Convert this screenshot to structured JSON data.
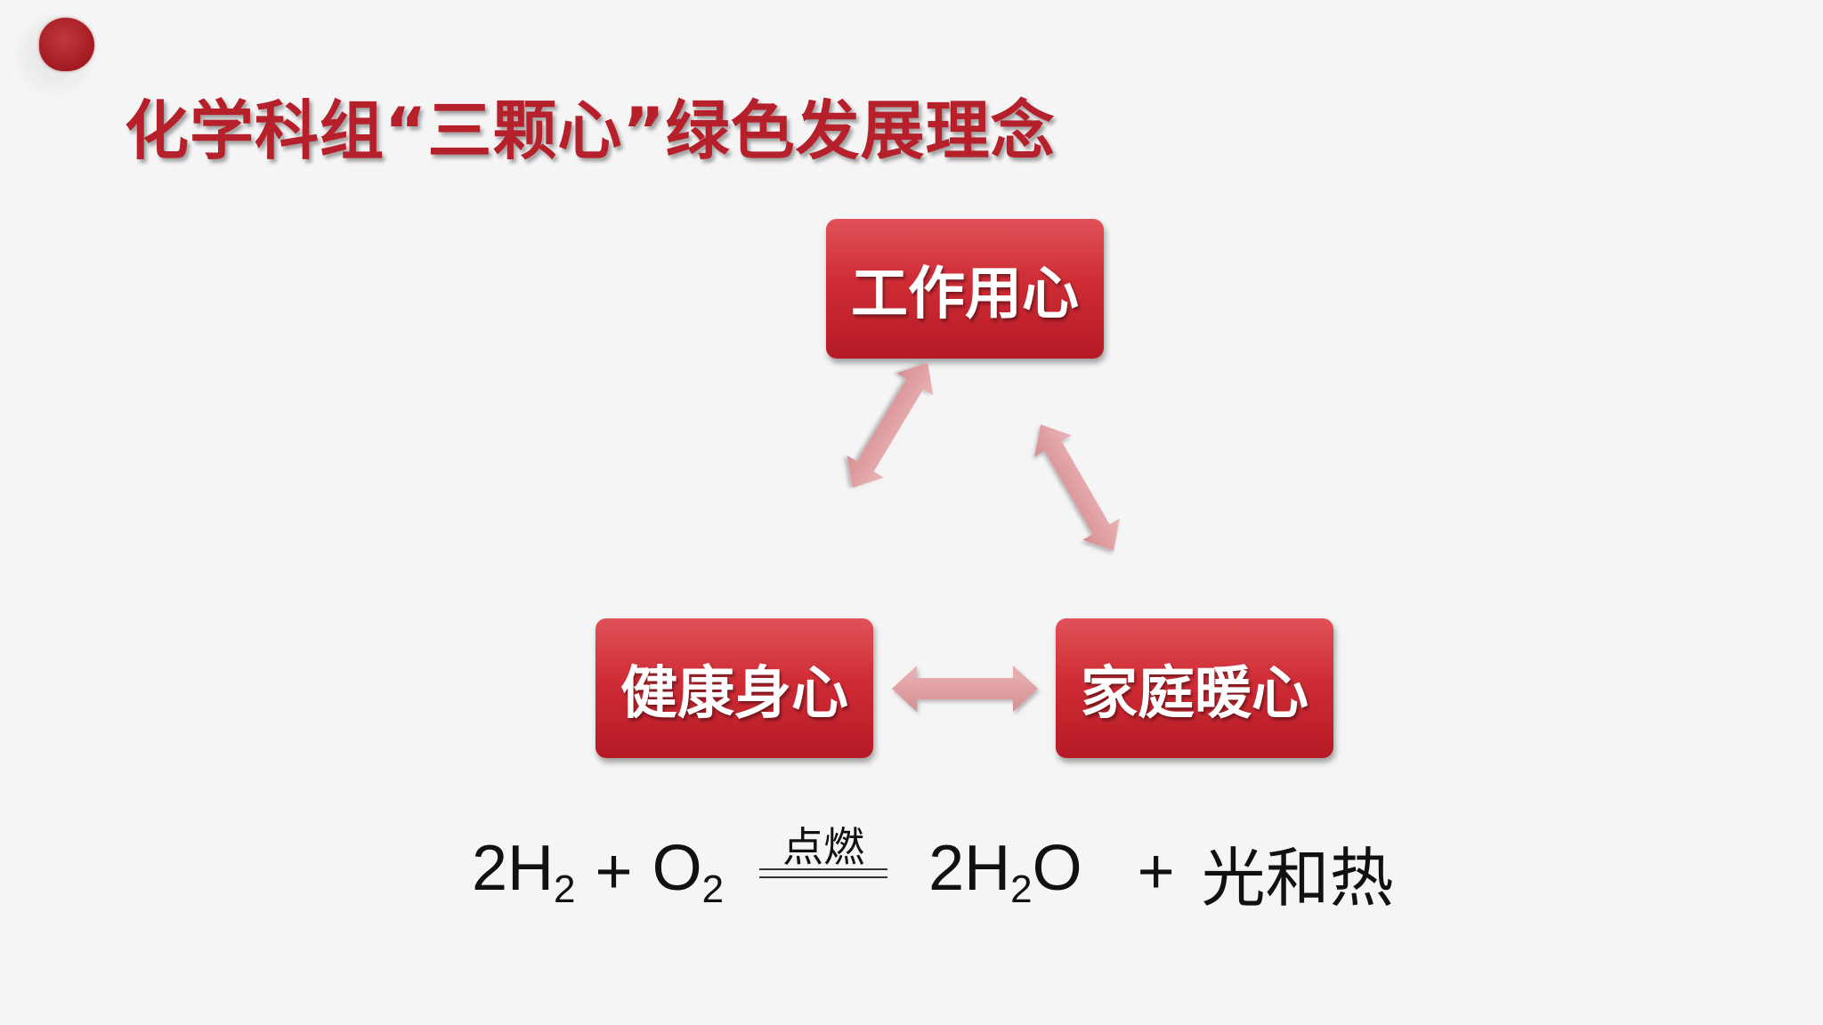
{
  "title": "化学科组“三颗心”绿色发展理念",
  "nodes": {
    "top": "工作用心",
    "left": "健康身心",
    "right": "家庭暖心"
  },
  "equation": {
    "r1_coef": "2H",
    "r1_sub": "2",
    "plus1": "+",
    "r2": "O",
    "r2_sub": "2",
    "condition": "点燃",
    "p1_coef": "2H",
    "p1_sub": "2",
    "p1_tail": "O",
    "plus2": "+",
    "p2": "光和热"
  },
  "colors": {
    "title": "#b5202a",
    "node_top": "#e05258",
    "node_bottom": "#b51a25",
    "arrow": "#e2a5a7",
    "background": "#f5f5f6"
  }
}
